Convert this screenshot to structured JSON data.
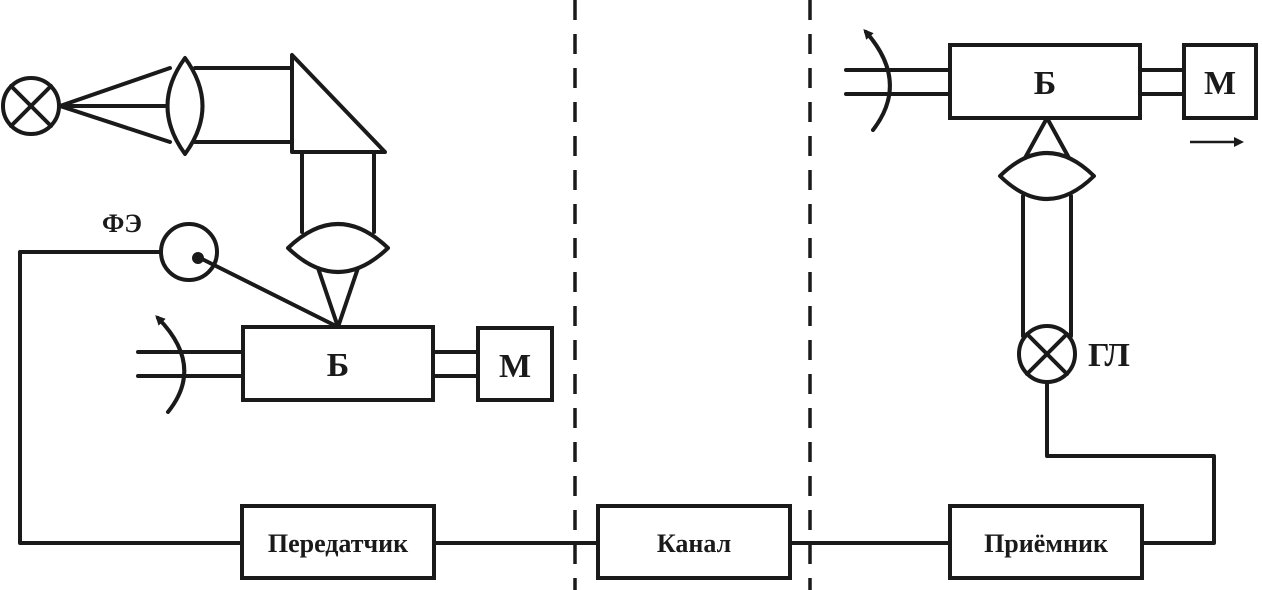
{
  "transmitter_side": {
    "photocell_label": "ФЭ",
    "drum_label": "Б",
    "motor_label": "М",
    "block_label": "Передатчик"
  },
  "channel": {
    "block_label": "Канал"
  },
  "receiver_side": {
    "drum_label": "Б",
    "motor_label": "М",
    "lamp_label": "ГЛ",
    "block_label": "Приёмник"
  },
  "colors": {
    "ink": "#1a1a1a",
    "background": "#ffffff"
  }
}
